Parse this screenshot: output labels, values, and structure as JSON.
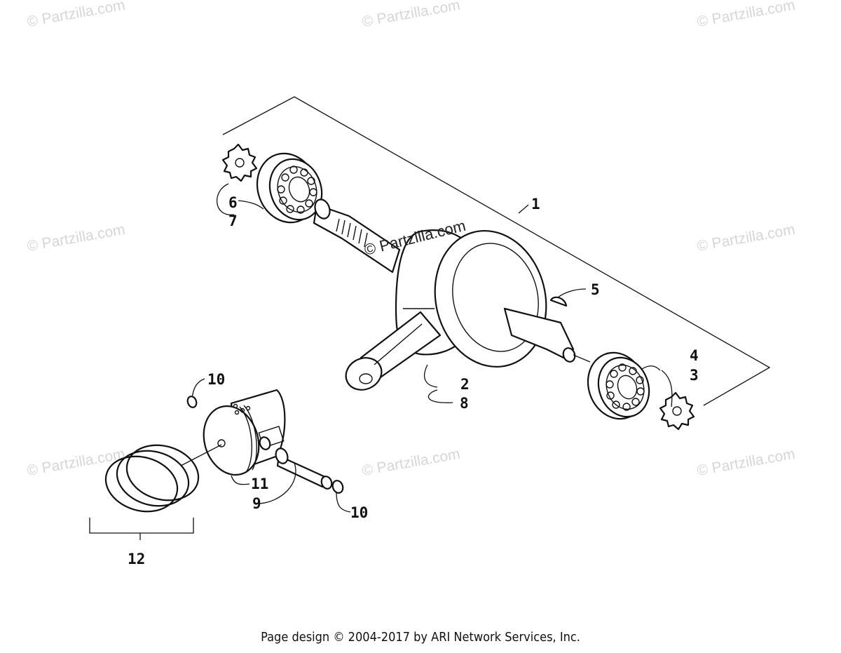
{
  "watermark_text": "© Partzilla.com",
  "callouts": {
    "c1": "1",
    "c2": "2",
    "c3": "3",
    "c4": "4",
    "c5": "5",
    "c6": "6",
    "c7": "7",
    "c8": "8",
    "c9": "9",
    "c10a": "10",
    "c10b": "10",
    "c11": "11",
    "c12": "12"
  },
  "footer_text": "Page design © 2004-2017 by ARI Network Services, Inc.",
  "colors": {
    "line": "#111111",
    "watermark": "#d6d6d6",
    "background": "#ffffff"
  }
}
